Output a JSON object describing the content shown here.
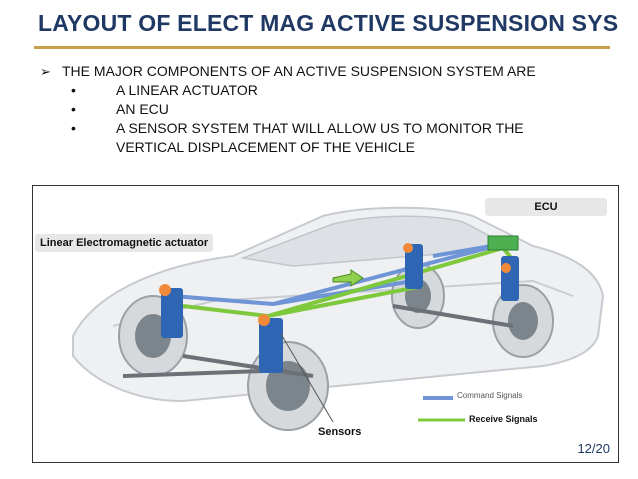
{
  "slide": {
    "title": "LAYOUT OF ELECT MAG ACTIVE SUSPENSION SYS",
    "intro": "THE MAJOR COMPONENTS OF AN ACTIVE SUSPENSION SYSTEM ARE",
    "items": [
      "A LINEAR ACTUATOR",
      "AN ECU",
      "A SENSOR SYSTEM THAT WILL ALLOW US TO MONITOR THE",
      "VERTICAL DISPLACEMENT OF THE VEHICLE"
    ],
    "page_number": "12/20"
  },
  "figure": {
    "label_actuator": "Linear Electromagnetic actuator",
    "label_ecu": "ECU",
    "label_sensors": "Sensors",
    "legend_command": "Command Signals",
    "legend_receive": "Receive Signals",
    "colors": {
      "command": "#6f95d6",
      "receive": "#7ec83c",
      "actuator": "#2f66b3",
      "sensor": "#f08a3a"
    }
  }
}
